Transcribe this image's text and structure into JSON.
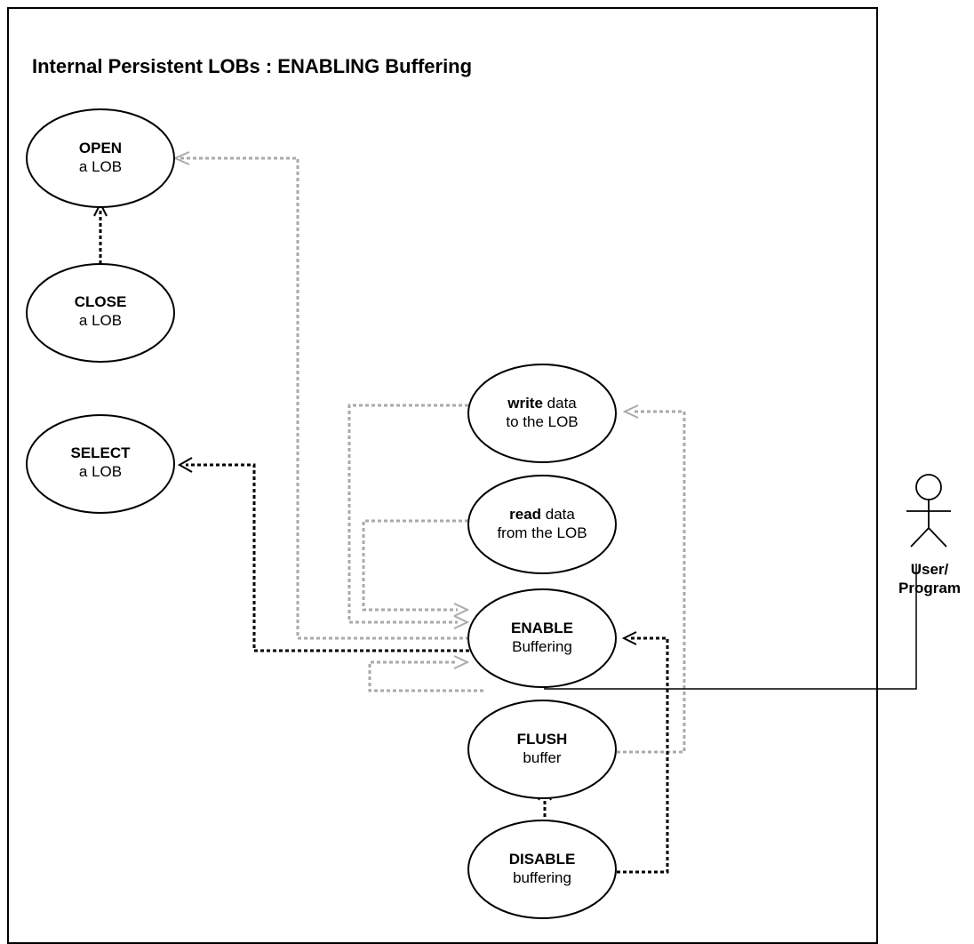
{
  "title": "Internal Persistent LOBs : ENABLING Buffering",
  "use_cases": {
    "open": {
      "bold": "OPEN",
      "normal": "a LOB"
    },
    "close": {
      "bold": "CLOSE",
      "normal": "a LOB"
    },
    "select": {
      "bold": "SELECT",
      "normal": "a LOB"
    },
    "write": {
      "bold": "write",
      "rest": " data",
      "line2": "to the LOB"
    },
    "read": {
      "bold": "read",
      "rest": " data",
      "line2": "from the LOB"
    },
    "enable": {
      "bold": "ENABLE",
      "normal": "Buffering"
    },
    "flush": {
      "bold": "FLUSH",
      "normal": "buffer"
    },
    "disable": {
      "bold": "DISABLE",
      "normal": "buffering"
    }
  },
  "actor": {
    "line1": "User/",
    "line2": "Program"
  },
  "colors": {
    "optional_link": "#aaaaaa",
    "required_link": "#000000"
  }
}
